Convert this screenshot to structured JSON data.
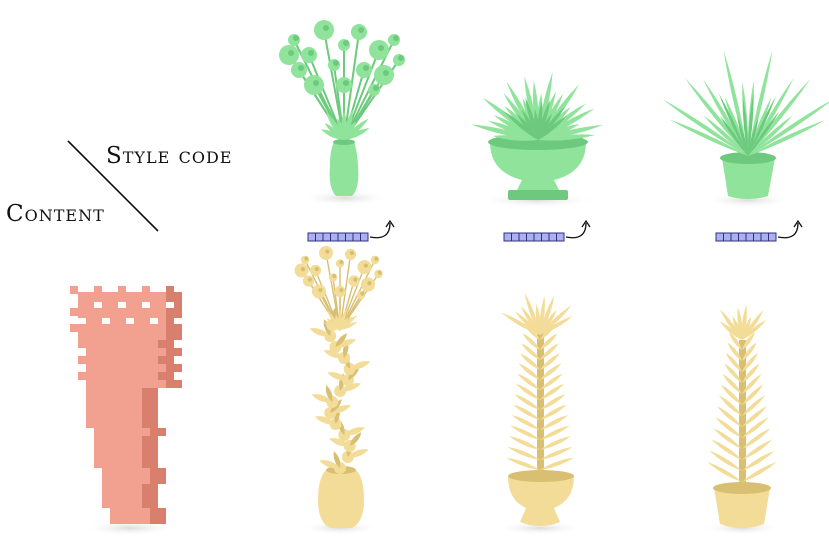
{
  "header": {
    "style_label": "Style code",
    "content_label": "Content"
  },
  "colors": {
    "style_green": "#8fe39b",
    "style_green_dark": "#6cc97d",
    "output_yellow": "#f3dc98",
    "output_yellow_dark": "#d9bf72",
    "content_pink": "#f2a08f",
    "content_pink_dark": "#d97f6e",
    "code_bar_fill": "#aab0f0",
    "code_bar_stroke": "#30307a"
  },
  "diagram": {
    "style_plants": [
      {
        "name": "flower-vase",
        "icon": "flower-vase-icon"
      },
      {
        "name": "fern-urn",
        "icon": "fern-urn-icon"
      },
      {
        "name": "spiky-pot",
        "icon": "spiky-pot-icon"
      }
    ],
    "content_shape": {
      "name": "voxel-vase",
      "icon": "voxel-icon"
    },
    "outputs": [
      {
        "name": "output-flower",
        "icon": "output-flower-icon"
      },
      {
        "name": "output-fern",
        "icon": "output-fern-icon"
      },
      {
        "name": "output-spiky",
        "icon": "output-spiky-icon"
      }
    ],
    "code_cells": 8
  }
}
